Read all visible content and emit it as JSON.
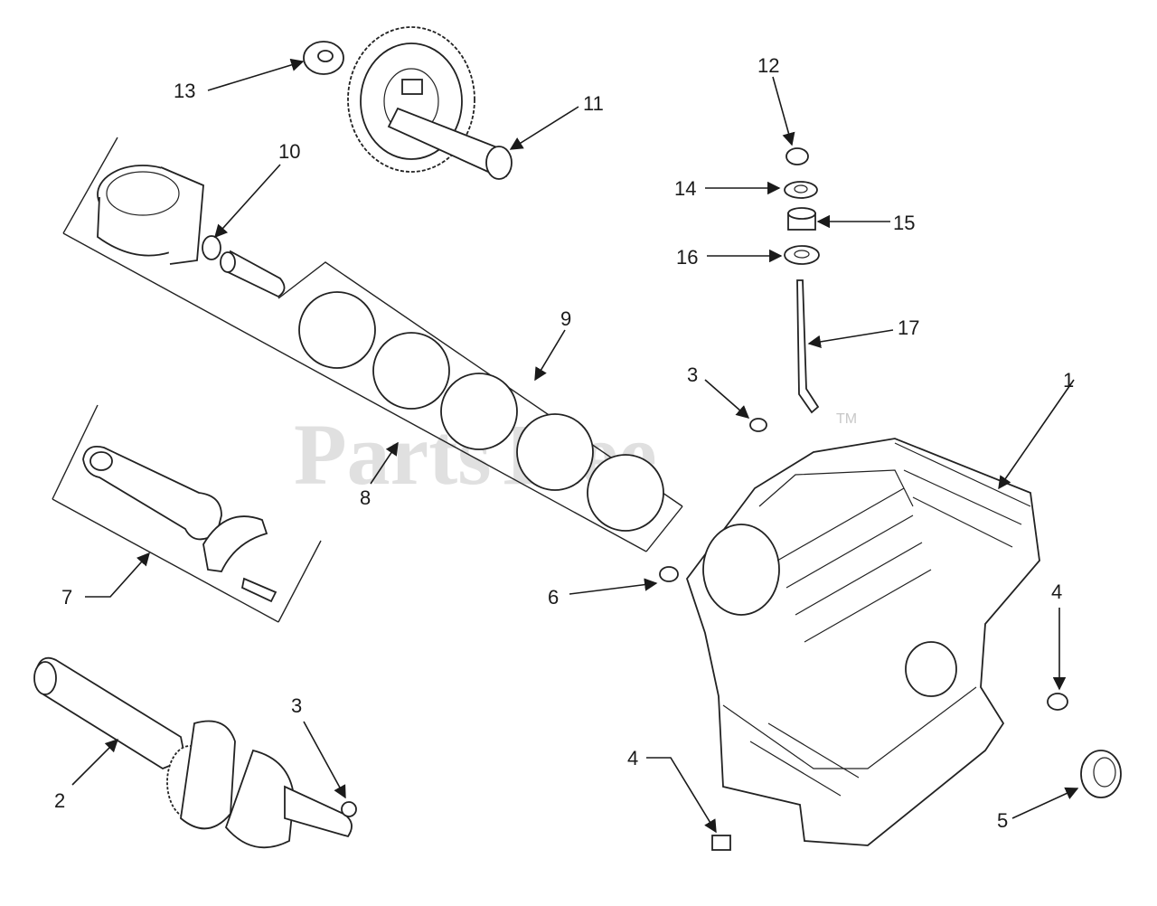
{
  "watermark": {
    "text": "PartsTree",
    "tm": "TM"
  },
  "callouts": [
    {
      "id": "c1",
      "label": "1"
    },
    {
      "id": "c2",
      "label": "2"
    },
    {
      "id": "c3a",
      "label": "3"
    },
    {
      "id": "c3b",
      "label": "3"
    },
    {
      "id": "c4a",
      "label": "4"
    },
    {
      "id": "c4b",
      "label": "4"
    },
    {
      "id": "c5",
      "label": "5"
    },
    {
      "id": "c6",
      "label": "6"
    },
    {
      "id": "c7",
      "label": "7"
    },
    {
      "id": "c8",
      "label": "8"
    },
    {
      "id": "c9",
      "label": "9"
    },
    {
      "id": "c10",
      "label": "10"
    },
    {
      "id": "c11",
      "label": "11"
    },
    {
      "id": "c12",
      "label": "12"
    },
    {
      "id": "c13",
      "label": "13"
    },
    {
      "id": "c14",
      "label": "14"
    },
    {
      "id": "c15",
      "label": "15"
    },
    {
      "id": "c16",
      "label": "16"
    },
    {
      "id": "c17",
      "label": "17"
    }
  ]
}
